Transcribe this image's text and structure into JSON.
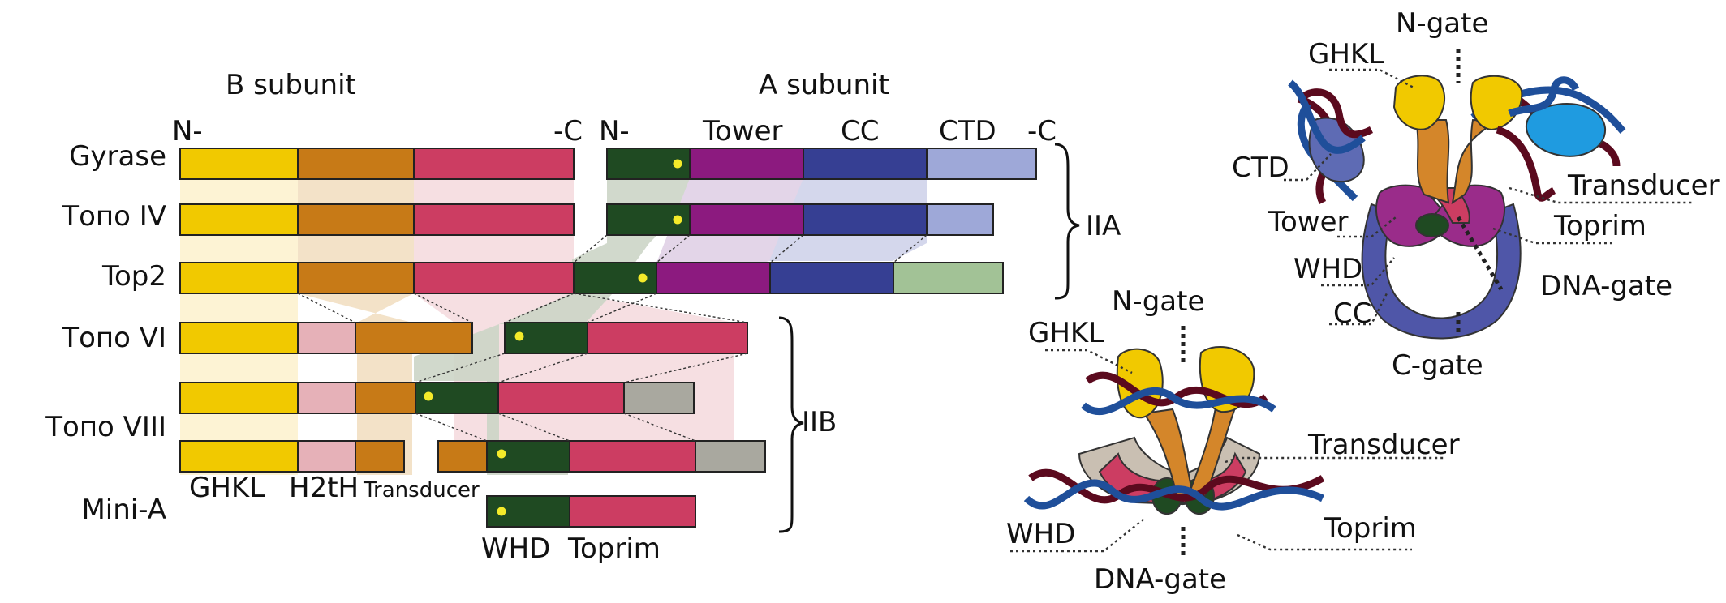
{
  "left_panel": {
    "b_subunit": "B subunit",
    "a_subunit": "A subunit",
    "n_term": "N-",
    "c_term_b": "-C",
    "n_term_a": "N-",
    "tower": "Tower",
    "cc": "CC",
    "ctd": "CTD",
    "c_term_a": "-C",
    "rows": [
      "Gyrase",
      "Топо IV",
      "Top2",
      "Топо VI",
      "Топо VIII",
      "Mini-A"
    ],
    "bottom_labels": {
      "ghkl": "GHKL",
      "h2th": "H2tH",
      "transducer": "Transducer",
      "whd": "WHD",
      "toprim": "Toprim"
    },
    "iia": "IIA",
    "iib": "IIB"
  },
  "top_structure": {
    "n_gate": "N-gate",
    "ghkl": "GHKL",
    "ctd": "CTD",
    "transducer": "Transducer",
    "tower": "Tower",
    "toprim": "Toprim",
    "whd": "WHD",
    "dna_gate": "DNA-gate",
    "cc": "CC",
    "c_gate": "C-gate"
  },
  "bottom_structure": {
    "n_gate": "N-gate",
    "ghkl": "GHKL",
    "transducer": "Transducer",
    "toprim": "Toprim",
    "whd": "WHD",
    "dna_gate": "DNA-gate"
  },
  "colors": {
    "ghkl": "#f1c900",
    "transducer": "#c77a17",
    "toprim": "#cc3d62",
    "whd": "#1f4a22",
    "tower": "#8c1a7f",
    "cc": "#363f93",
    "ctd": "#9ea8d8",
    "h2th": "#e6b1b8",
    "top2_ctd": "#a2c296",
    "mini_grey": "#a9a89f",
    "dna_blue": "#1f4f9a",
    "dna_red": "#5b0a1e"
  }
}
